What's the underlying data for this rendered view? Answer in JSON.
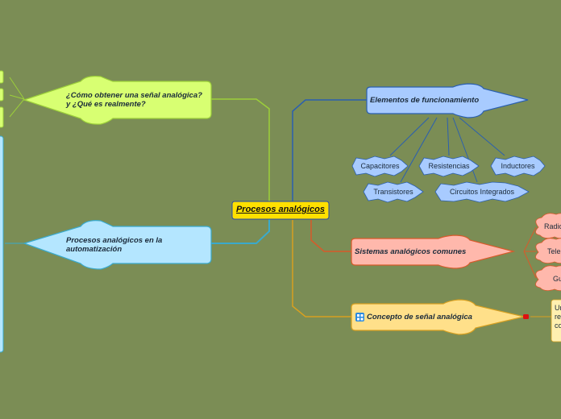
{
  "central": {
    "label": "Procesos analógicos"
  },
  "branches": {
    "como": {
      "label": "¿Cómo obtener una señal analógica? y ¿Qué es realmente?"
    },
    "automatizacion": {
      "label": "Procesos analógicos en la automatización"
    },
    "elementos": {
      "label": "Elementos de funcionamiento",
      "children": [
        "Capacitores",
        "Resistencias",
        "Inductores",
        "Transistores",
        "Circuitos Integrados"
      ]
    },
    "sistemas": {
      "label": "Sistemas analógicos comunes",
      "children": [
        "Radio",
        "Tele",
        "Gu"
      ]
    },
    "concepto": {
      "label": "Concepto de señal analógica",
      "note_lines": [
        "Un",
        "re",
        "co"
      ]
    }
  },
  "colors": {
    "background": "#7b8d55",
    "central_fill": "#ffe000",
    "lime": "#d8ff72",
    "light_blue": "#b4e6ff",
    "blue": "#a8cbff",
    "salmon": "#ffb8ac",
    "orange_light": "#ffe08a"
  }
}
